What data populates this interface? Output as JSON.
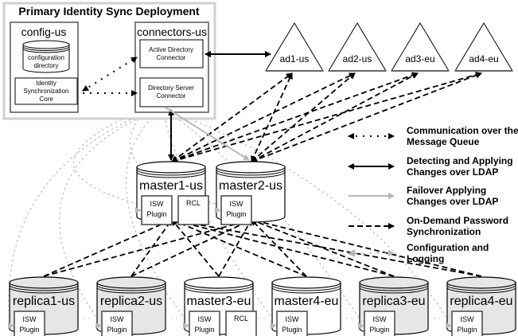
{
  "title": "Primary Identity Sync Deployment",
  "config_server": {
    "name": "config-us",
    "directory_label": [
      "configuration",
      "directory"
    ],
    "core_label": [
      "Identity",
      "Synchronization",
      "Core"
    ]
  },
  "connector_server": {
    "name": "connectors-us",
    "ad_connector": [
      "Active Directory",
      "Connector"
    ],
    "ds_connector": [
      "Directory Server",
      "Connector"
    ]
  },
  "ad_servers": [
    "ad1-us",
    "ad2-us",
    "ad3-eu",
    "ad4-eu"
  ],
  "masters_top": [
    {
      "name": "master1-us",
      "plugins": [
        "ISW Plugin",
        "RCL"
      ]
    },
    {
      "name": "master2-us",
      "plugins": [
        "ISW Plugin"
      ]
    }
  ],
  "bottom_servers": [
    {
      "name": "replica1-us",
      "type": "replica",
      "plugins": [
        "ISW Plugin"
      ]
    },
    {
      "name": "replica2-us",
      "type": "replica",
      "plugins": [
        "ISW Plugin"
      ]
    },
    {
      "name": "master3-eu",
      "type": "master",
      "plugins": [
        "ISW Plugin",
        "RCL"
      ]
    },
    {
      "name": "master4-eu",
      "type": "master",
      "plugins": [
        "ISW Plugin"
      ]
    },
    {
      "name": "replica3-eu",
      "type": "replica",
      "plugins": [
        "ISW Plugin"
      ]
    },
    {
      "name": "replica4-eu",
      "type": "replica",
      "plugins": [
        "ISW Plugin"
      ]
    }
  ],
  "legend": [
    {
      "style": "dotted-black",
      "label": [
        "Communication over the",
        "Message Queue"
      ]
    },
    {
      "style": "solid-black",
      "label": [
        "Detecting and Applying",
        "Changes over LDAP"
      ]
    },
    {
      "style": "solid-gray",
      "label": [
        "Failover Applying",
        "Changes over LDAP"
      ]
    },
    {
      "style": "dashed-black",
      "label": [
        "On-Demand Password",
        "Synchronization"
      ]
    },
    {
      "style": "dotted-gray",
      "label": [
        "Configuration and",
        "Logging"
      ]
    }
  ],
  "colors": {
    "replica_fill": "#e6e6e6",
    "master_fill": "#ffffff",
    "frame": "#d0d0d0",
    "gray_line": "#b8b8b8"
  }
}
